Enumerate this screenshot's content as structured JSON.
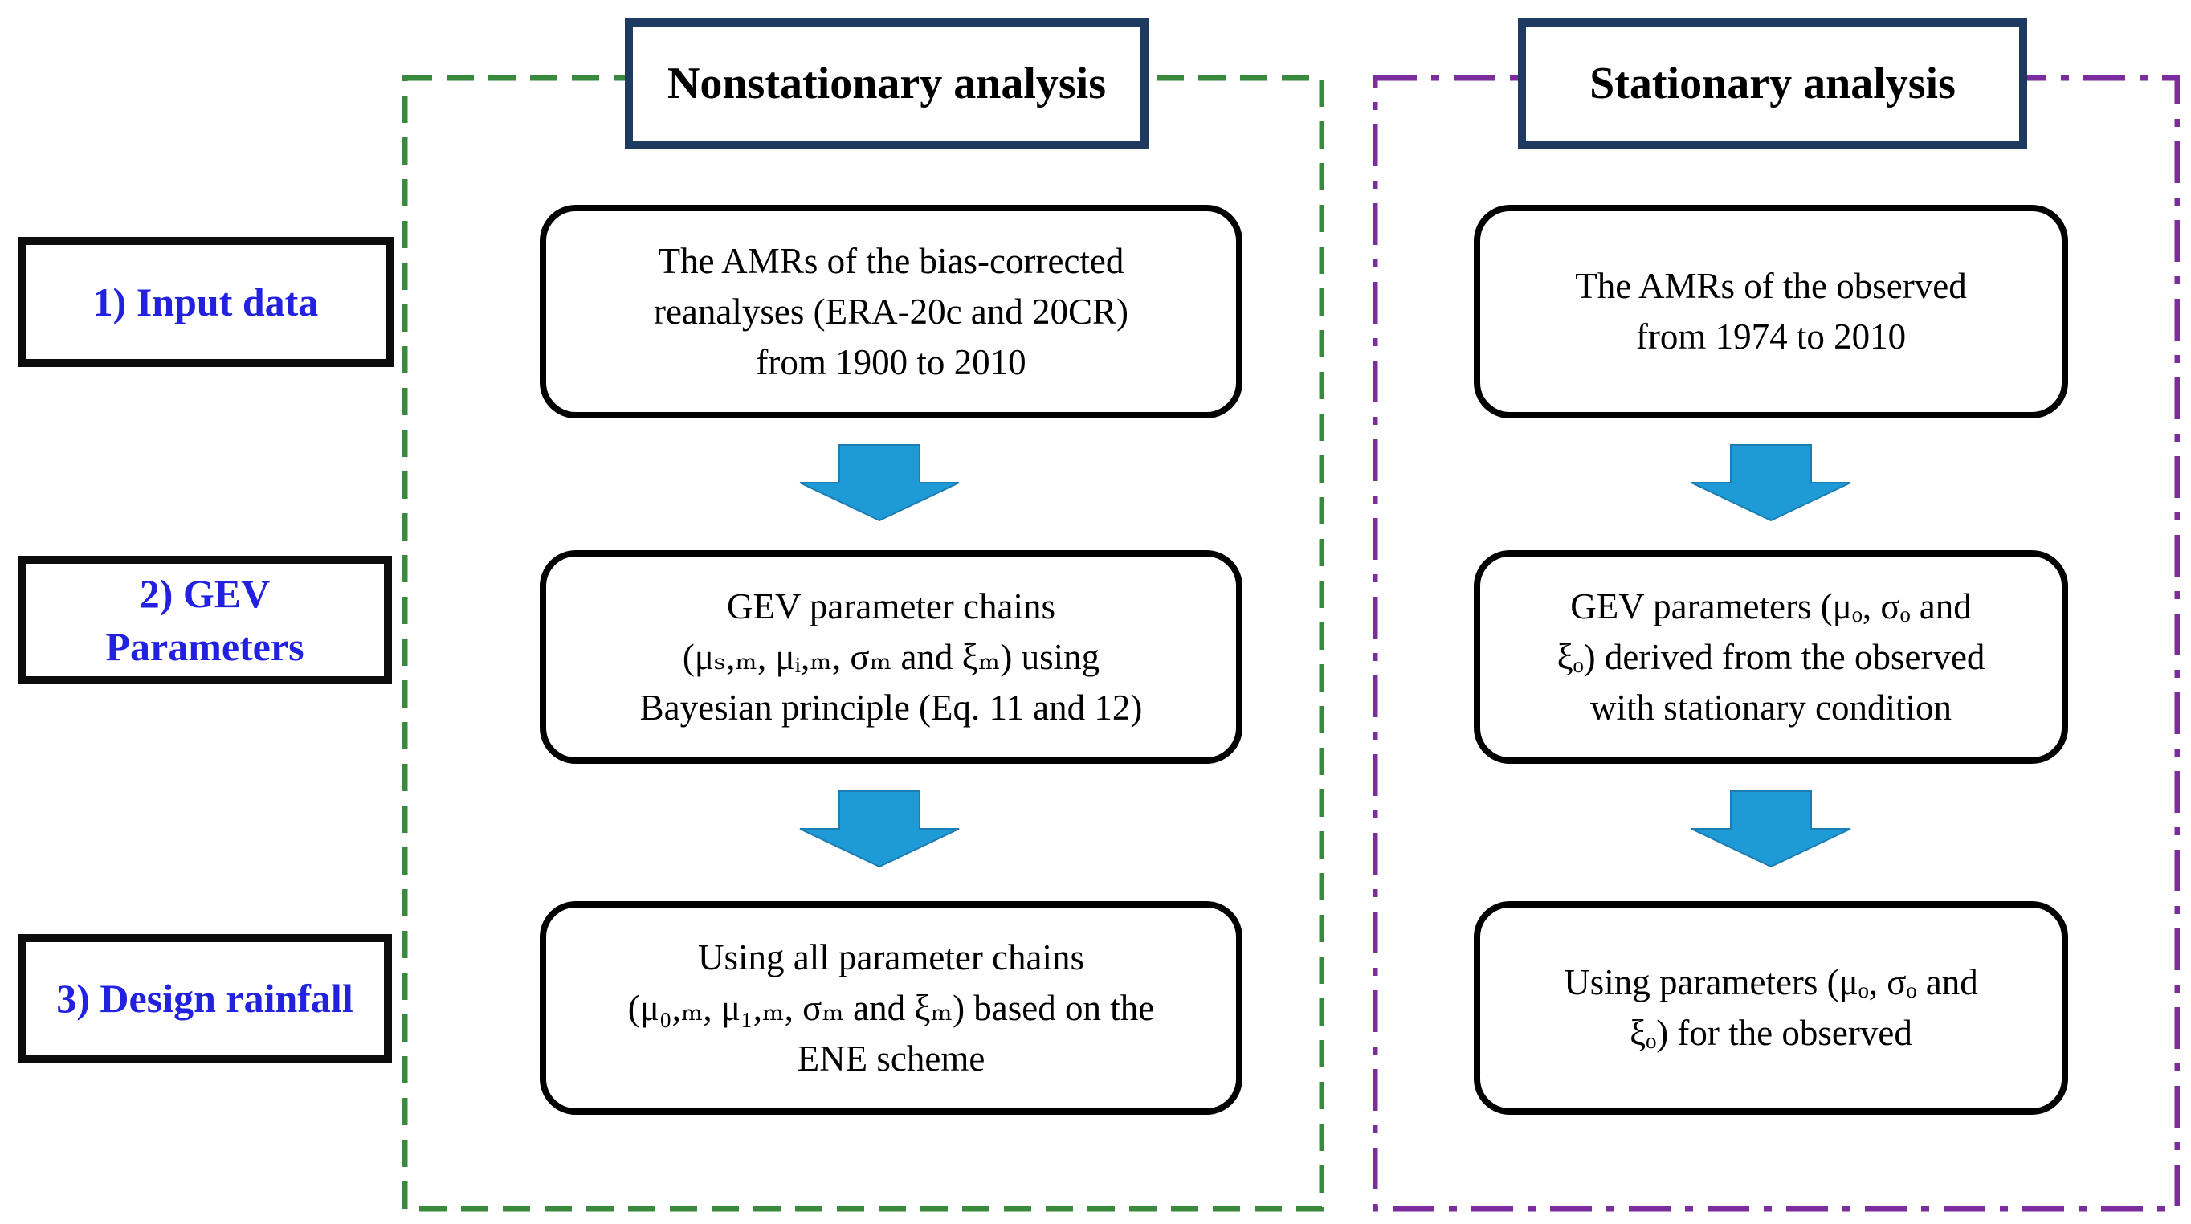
{
  "figure": {
    "colors": {
      "frame_green": "#3A8A3D",
      "frame_purple": "#7B2D9E",
      "title_border_navy": "#1E3A61",
      "label_blue": "#2121DF",
      "arrow_fill": "#1E9AD6",
      "arrow_stroke": "#1B7DB1",
      "box_border_black": "#000000"
    },
    "columns": [
      {
        "title": "Nonstationary analysis",
        "frame_style": "dashed",
        "boxes": [
          {
            "lines": [
              "The AMRs of the bias-corrected",
              "reanalyses (ERA-20c and 20CR)",
              "from 1900 to 2010"
            ]
          },
          {
            "lines": [
              "GEV parameter chains",
              "(μₛ,ₘ, μᵢ,ₘ, σₘ and ξₘ) using",
              "Bayesian principle (Eq. 11 and 12)"
            ]
          },
          {
            "lines": [
              "Using all parameter chains",
              "(μ₀,ₘ, μ₁,ₘ, σₘ and ξₘ) based on the",
              "ENE scheme"
            ]
          }
        ]
      },
      {
        "title": "Stationary analysis",
        "frame_style": "dash-dot",
        "boxes": [
          {
            "lines": [
              "The AMRs of the observed",
              "from 1974 to 2010"
            ]
          },
          {
            "lines": [
              "GEV parameters (μₒ, σₒ and",
              "ξₒ) derived from the observed",
              "with stationary condition"
            ]
          },
          {
            "lines": [
              "Using parameters (μₒ, σₒ and",
              "ξₒ) for the observed"
            ]
          }
        ]
      }
    ],
    "row_labels": [
      {
        "lines": [
          "1) Input data",
          ""
        ]
      },
      {
        "lines": [
          "2) GEV",
          "Parameters"
        ]
      },
      {
        "lines": [
          "3) Design rainfall",
          ""
        ]
      }
    ]
  }
}
